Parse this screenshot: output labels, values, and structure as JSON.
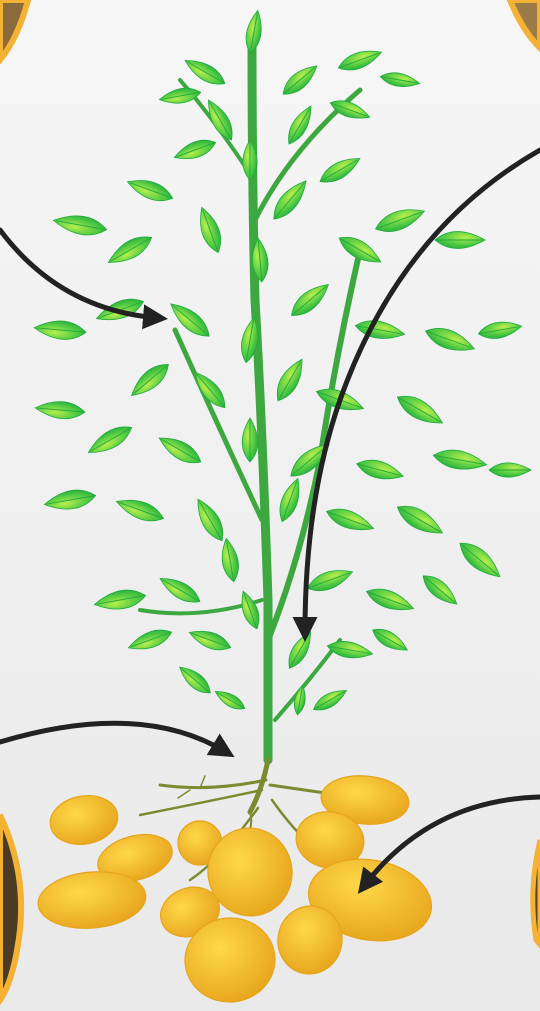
{
  "diagram": {
    "subject": "potato plant",
    "parts": [
      {
        "id": "leaves",
        "arrow_to": "foliage"
      },
      {
        "id": "stem",
        "arrow_to": "stem"
      },
      {
        "id": "roots",
        "arrow_to": "roots"
      },
      {
        "id": "tubers",
        "arrow_to": "tubers"
      }
    ]
  },
  "colors": {
    "background_top": "#f6f6f6",
    "background_bottom": "#e9e9e9",
    "leaf_light": "#b8ee4c",
    "leaf_mid": "#55cc44",
    "leaf_dark": "#1faa3c",
    "stem": "#3ea840",
    "root": "#7a8b30",
    "tuber_light": "#ffd84a",
    "tuber_dark": "#e6a41c",
    "arrow": "#222222",
    "frame_accent": "#f3b234",
    "soil": "#6b4a28"
  }
}
